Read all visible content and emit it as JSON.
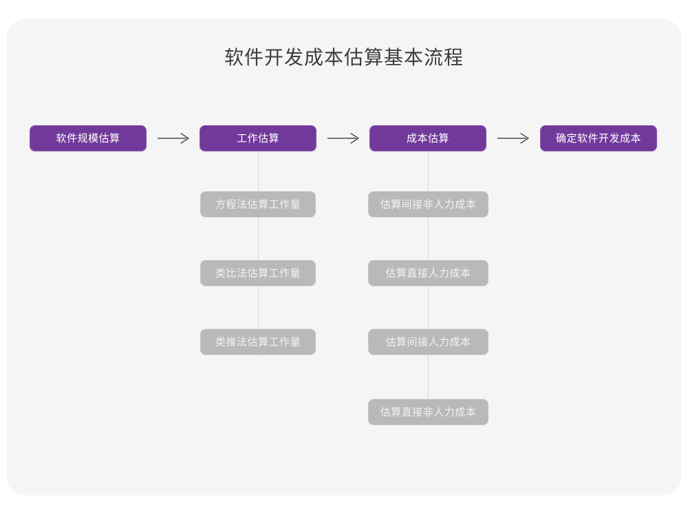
{
  "diagram": {
    "title": "软件开发成本估算基本流程",
    "type": "flowchart",
    "accent_color": "#71399a",
    "secondary_color": "#b9b9b9",
    "card_background": "#f5f5f6",
    "page_background": "#ffffff",
    "connector_color": "#d6d6d6",
    "arrow_glyph": "arrow-right-icon"
  },
  "main_flow": {
    "steps": [
      {
        "label": "软件规模估算"
      },
      {
        "label": "工作估算"
      },
      {
        "label": "成本估算"
      },
      {
        "label": "确定软件开发成本"
      }
    ],
    "arrows": [
      {
        "name": "arrow-1"
      },
      {
        "name": "arrow-2"
      },
      {
        "name": "arrow-3"
      }
    ]
  },
  "sub_flows": [
    {
      "parent": "工作估算",
      "items": [
        {
          "label": "方程法估算工作量"
        },
        {
          "label": "类比法估算工作量"
        },
        {
          "label": "类推法估算工作量"
        }
      ]
    },
    {
      "parent": "成本估算",
      "items": [
        {
          "label": "估算间接非人力成本"
        },
        {
          "label": "估算直接人力成本"
        },
        {
          "label": "估算间接人力成本"
        },
        {
          "label": "估算直接非人力成本"
        }
      ]
    }
  ]
}
